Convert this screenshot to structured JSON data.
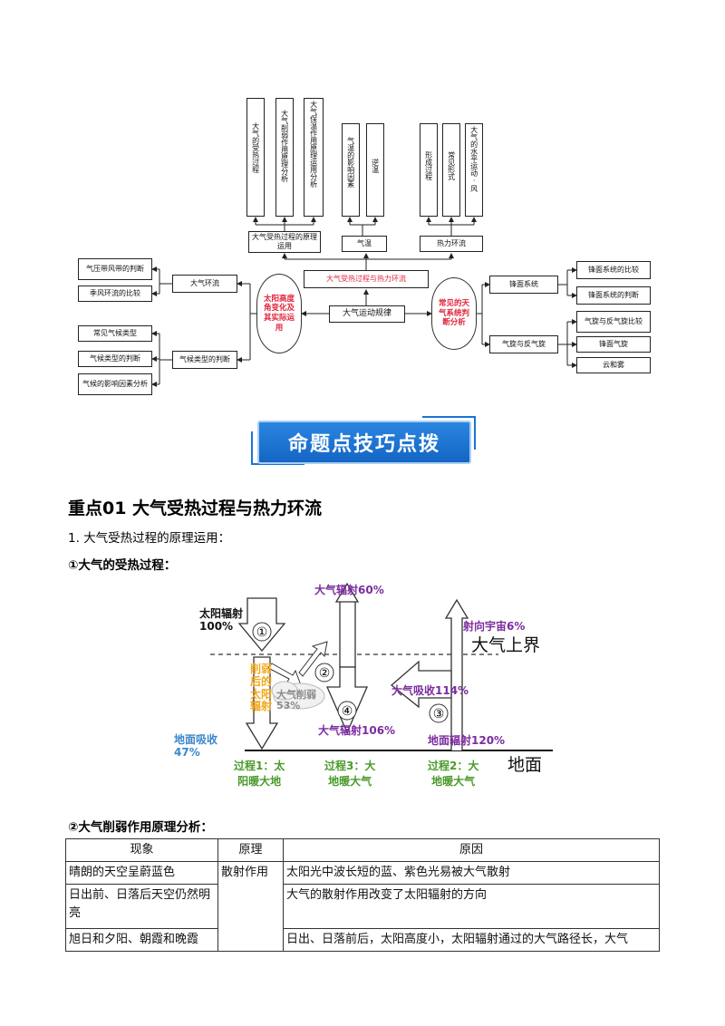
{
  "mindmap": {
    "top_vertical": {
      "a1": "大气的受热过程",
      "a2": "大气削弱作用原理分析",
      "a3": "大气保温作用原理运用分析",
      "b1": "气温的影响因素",
      "b2": "逆温",
      "c1": "形成过程",
      "c2": "常见形式",
      "c3": "大气的水平运动·风"
    },
    "mid": {
      "heating_apply": "大气受热过程的原理运用",
      "temperature": "气温",
      "thermal_circulation": "热力环流",
      "center_top": "大气受热过程与热力环流",
      "center": "大气运动规律",
      "left_oval": "太阳高度角变化及其实际运用",
      "right_oval": "常见的天气系统判断分析"
    },
    "left": {
      "circulation": "大气环流",
      "belt": "气压带风带的判断",
      "monsoon": "季风环流的比较",
      "climate_judge": "气候类型的判断",
      "climate_common": "常见气候类型",
      "climate_type_judge": "气候类型的判断",
      "climate_factors": "气候的影响因素分析"
    },
    "right": {
      "front": "锋面系统",
      "front_compare": "锋面系统的比较",
      "front_judge": "锋面系统的判断",
      "cyclone": "气旋与反气旋",
      "cyclone_compare": "气旋与反气旋比较",
      "warm_front": "锋面气旋",
      "cloud_fog": "云和雾"
    }
  },
  "banner": "命题点技巧点拨",
  "section_title": "重点01  大气受热过程与热力环流",
  "sub1": "1. 大气受热过程的原理运用：",
  "sub1a": "①大气的受热过程：",
  "diagram": {
    "solar": "太阳辐射",
    "solar_pct": "100%",
    "atm_rad": "大气辐射60%",
    "to_space": "射向宇宙6%",
    "upper_bound": "大气上界",
    "weaken": "削弱后的太阳辐射",
    "atm_weaken": "大气削弱",
    "atm_weaken_pct": "53%",
    "absorb": "大气吸收114%",
    "ground_absorb": "地面吸收",
    "ground_absorb_pct": "47%",
    "atm_back": "大气辐射106%",
    "ground_rad": "地面辐射120%",
    "ground": "地面",
    "n1": "①",
    "n2": "②",
    "n3": "③",
    "n4": "④",
    "p1a": "过程1：太",
    "p1b": "阳暖大地",
    "p3a": "过程3：大",
    "p3b": "地暖大气",
    "p2a": "过程2：大",
    "p2b": "地暖大气"
  },
  "sub1b": "②大气削弱作用原理分析：",
  "table": {
    "headers": [
      "现象",
      "原理",
      "原因"
    ],
    "rows": [
      [
        "晴朗的天空呈蔚蓝色",
        "散射作用",
        "太阳光中波长短的蓝、紫色光易被大气散射"
      ],
      [
        "日出前、日落后天空仍然明亮",
        "",
        "大气的散射作用改变了太阳辐射的方向"
      ],
      [
        "旭日和夕阳、朝霞和晚霞",
        "",
        "日出、日落前后，太阳高度小，太阳辐射通过的大气路径长，大气"
      ]
    ]
  },
  "colors": {
    "red": "#e0243b",
    "purple": "#7b2c9e",
    "orange": "#f2a81d",
    "green": "#4a9a2a",
    "blue": "#3b87c9",
    "banner": "#1b74d3"
  }
}
